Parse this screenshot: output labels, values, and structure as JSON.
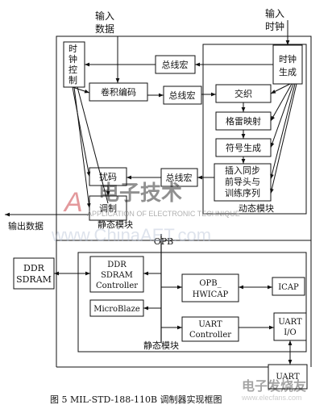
{
  "labels": {
    "input_data": [
      "输入",
      "数据"
    ],
    "input_clock": [
      "输入",
      "时钟"
    ],
    "clock_control": [
      "时",
      "钟",
      "控",
      "制"
    ],
    "bus_macro_top": "总线宏",
    "clock_gen": [
      "时钟",
      "生成"
    ],
    "conv_encode": "卷积编码",
    "bus_macro_mid": "总线宏",
    "interleave": "交织",
    "gray_map": "格雷映射",
    "symbol_gen": "符号生成",
    "scramble": "扰码",
    "bus_macro_low": "总线宏",
    "insert_sync": [
      "插入同步",
      "前导头与",
      "训练序列"
    ],
    "modulate": "调制",
    "static_module_top": "静态模块",
    "dynamic_module": "动态模块",
    "output_data": "输出数据",
    "opb": "OPB",
    "ddr_sdram": [
      "DDR",
      "SDRAM"
    ],
    "ddr_controller": [
      "DDR",
      "SDRAM",
      "Controller"
    ],
    "opb_hwicap": [
      "OPB_",
      "HWICAP"
    ],
    "icap": "ICAP",
    "microblaze": "MicroBlaze",
    "uart_controller": [
      "UART",
      "Controller"
    ],
    "uart_io": [
      "UART",
      "I/O"
    ],
    "uart_bottom": "UART",
    "static_module_bottom": "静态模块"
  },
  "watermark": {
    "brand": "电子技术",
    "subtitle": "APPLICATION OF ELECTRONIC TECHNIQUE",
    "url": "www.ChinaAET.com",
    "corner": "电子发烧友",
    "corner_url": "www.elecfans.com"
  },
  "caption": "图 5  MIL-STD-188-110B 调制器实现框图",
  "colors": {
    "line": "#111111",
    "watermark": "#c4232b"
  }
}
